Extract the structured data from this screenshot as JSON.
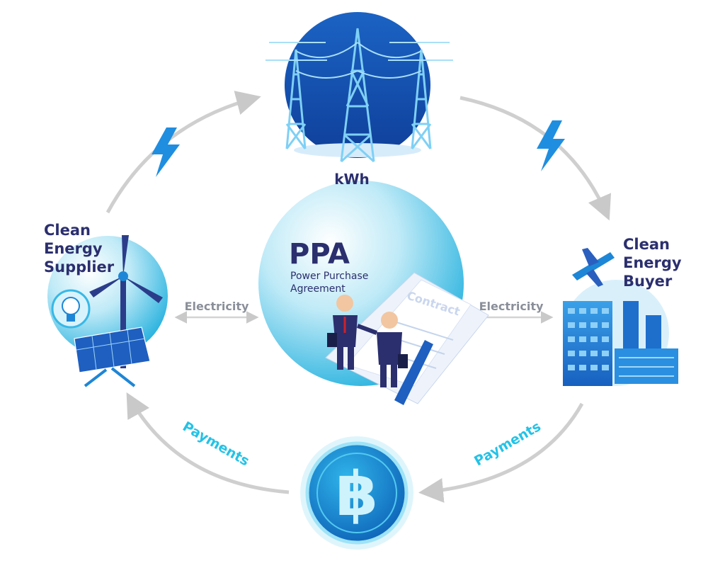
{
  "nodes": {
    "grid": {
      "label": "kWh"
    },
    "supplier": {
      "lines": [
        "Clean",
        "Energy",
        "Supplier"
      ]
    },
    "buyer": {
      "lines": [
        "Clean",
        "Energy",
        "Buyer"
      ]
    },
    "ppa": {
      "title": "PPA",
      "subtitle_lines": [
        "Power Purchase",
        "Agreement"
      ],
      "document_label": "Contract"
    },
    "currency": {
      "symbol": "฿"
    }
  },
  "edges": {
    "electricity_left": "Electricity",
    "electricity_right": "Electricity",
    "payments_left": "Payments",
    "payments_right": "Payments"
  },
  "colors": {
    "navy": "#2b2f6e",
    "accent_blue": "#1e86d6",
    "cyan": "#24c2e6",
    "arrow_gray": "#c9c9c9",
    "label_gray": "#8a8f99"
  }
}
